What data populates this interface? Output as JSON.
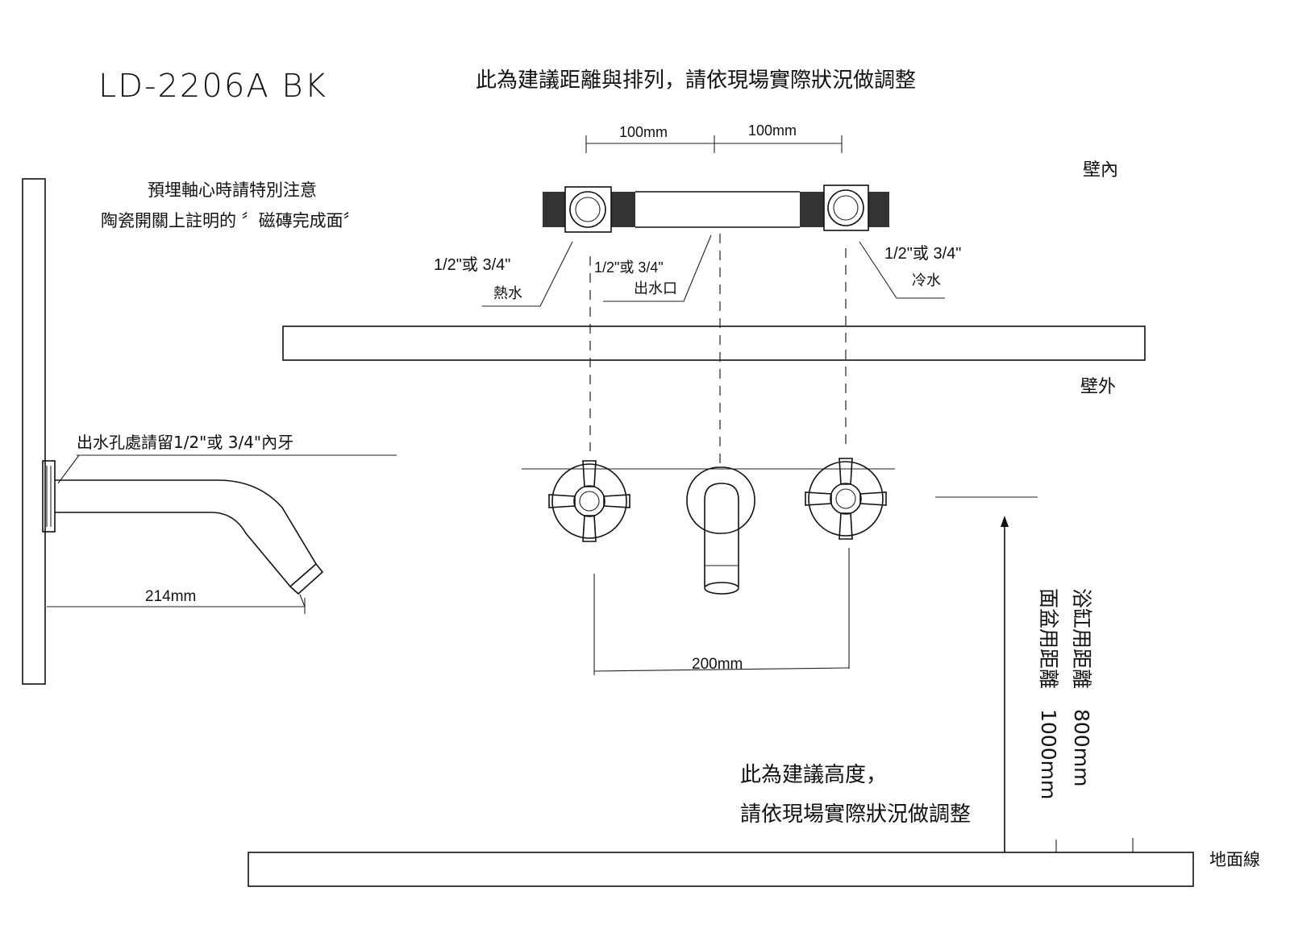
{
  "title": {
    "model": "LD-2206A  BK",
    "note": "此為建議距離與排列，請依現場實際狀況做調整"
  },
  "labels": {
    "inside_wall": "壁內",
    "outside_wall": "壁外",
    "floor_line": "地面線",
    "notice_line1": "預埋軸心時請特別注意",
    "notice_line2": "陶瓷開關上註明的 〞磁磚完成面〞",
    "outlet_hole": "出水孔處請留1/2\"或 3/4\"內牙",
    "height_note_line1": "此為建議高度，",
    "height_note_line2": "請依現場實際狀況做調整",
    "bathtub_distance": "浴缸用距離　800mm",
    "basin_distance": "面盆用距離　1000mm"
  },
  "connections": {
    "hot": {
      "size": "1/2\"或 3/4\"",
      "name": "熱水"
    },
    "outlet": {
      "size": "1/2\"或 3/4\"",
      "name": "出水口"
    },
    "cold": {
      "size": "1/2\"或 3/4\"",
      "name": "冷水"
    }
  },
  "dimensions": {
    "left_spacing": "100mm",
    "right_spacing": "100mm",
    "total_spacing": "200mm",
    "spout_length": "214mm"
  }
}
